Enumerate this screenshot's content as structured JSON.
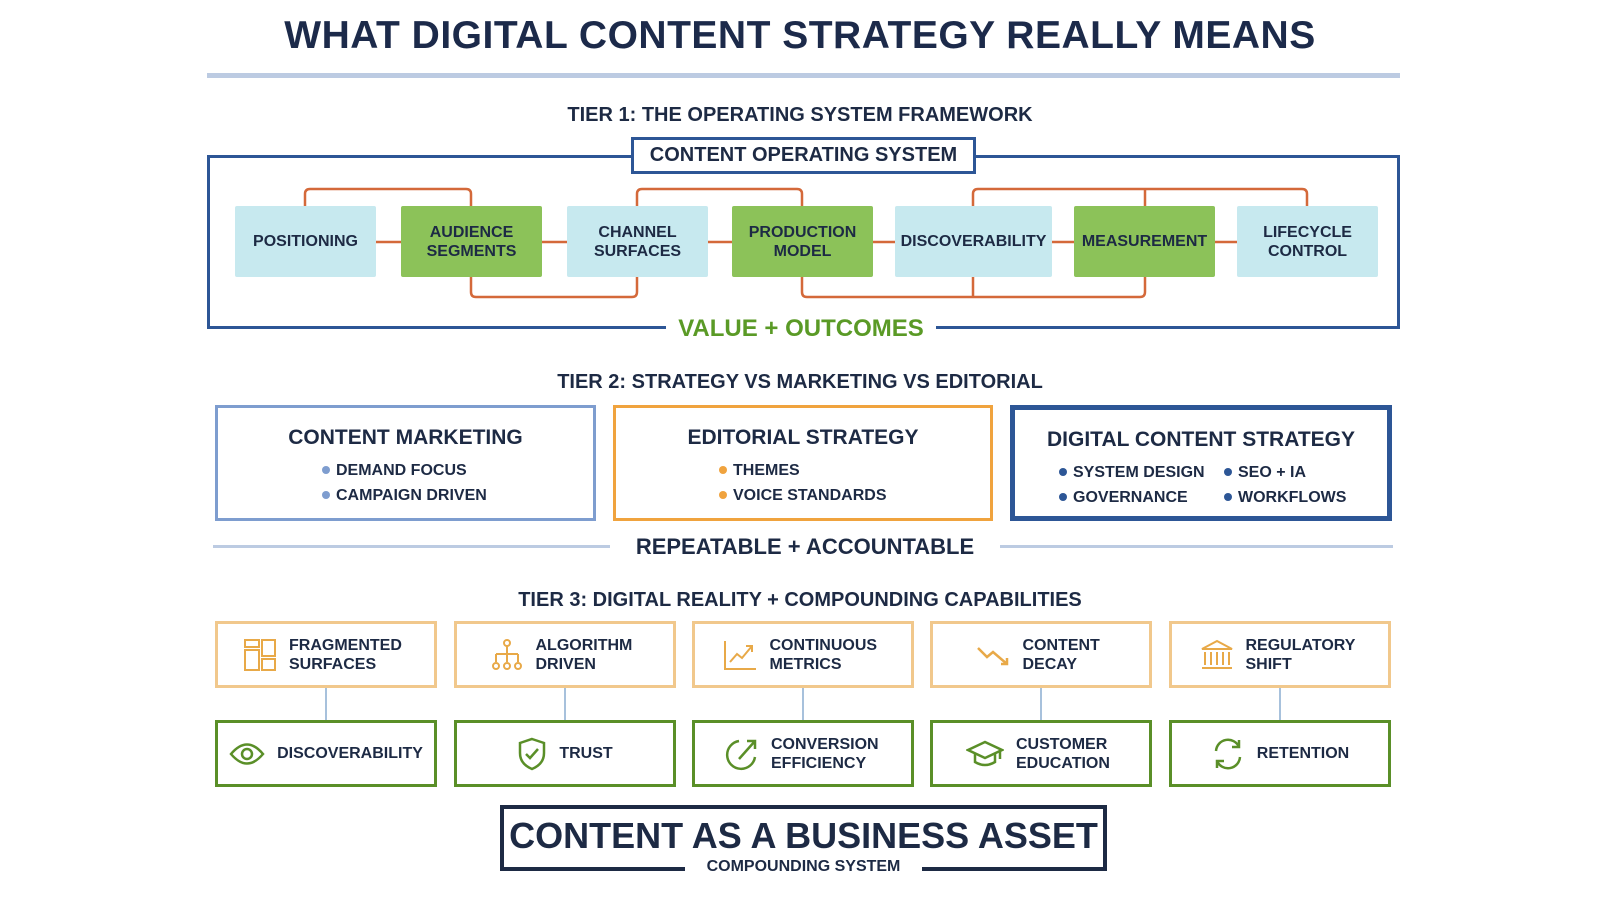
{
  "title": "WHAT DIGITAL CONTENT STRATEGY REALLY MEANS",
  "tier1": {
    "heading": "TIER 1: THE OPERATING SYSTEM FRAMEWORK",
    "label": "CONTENT OPERATING SYSTEM",
    "nodes": [
      "POSITIONING",
      "AUDIENCE SEGMENTS",
      "CHANNEL SURFACES",
      "PRODUCTION MODEL",
      "DISCOVERABILITY",
      "MEASUREMENT",
      "LIFECYCLE CONTROL"
    ],
    "footer": "VALUE + OUTCOMES"
  },
  "tier2": {
    "heading": "TIER 2: STRATEGY VS MARKETING VS EDITORIAL",
    "boxes": [
      {
        "title": "CONTENT MARKETING",
        "items": [
          "DEMAND FOCUS",
          "CAMPAIGN DRIVEN"
        ]
      },
      {
        "title": "EDITORIAL STRATEGY",
        "items": [
          "THEMES",
          "VOICE STANDARDS"
        ]
      },
      {
        "title": "DIGITAL CONTENT STRATEGY",
        "items": [
          "SYSTEM DESIGN",
          "SEO + IA",
          "GOVERNANCE",
          "WORKFLOWS"
        ]
      }
    ],
    "footer": "REPEATABLE + ACCOUNTABLE"
  },
  "tier3": {
    "heading": "TIER 3: DIGITAL REALITY + COMPOUNDING CAPABILITIES",
    "realities": [
      {
        "label": "FRAGMENTED SURFACES",
        "icon": "layout-grid-icon"
      },
      {
        "label": "ALGORITHM DRIVEN",
        "icon": "hierarchy-icon"
      },
      {
        "label": "CONTINUOUS METRICS",
        "icon": "trend-up-icon"
      },
      {
        "label": "CONTENT DECAY",
        "icon": "trend-down-icon"
      },
      {
        "label": "REGULATORY SHIFT",
        "icon": "bank-icon"
      }
    ],
    "capabilities": [
      {
        "label": "DISCOVERABILITY",
        "icon": "eye-icon"
      },
      {
        "label": "TRUST",
        "icon": "shield-check-icon"
      },
      {
        "label": "CONVERSION EFFICIENCY",
        "icon": "conversion-arrow-icon"
      },
      {
        "label": "CUSTOMER EDUCATION",
        "icon": "graduation-cap-icon"
      },
      {
        "label": "RETENTION",
        "icon": "refresh-icon"
      }
    ]
  },
  "bottom": {
    "title": "CONTENT AS A BUSINESS ASSET",
    "subtitle": "COMPOUNDING SYSTEM"
  },
  "colors": {
    "navy": "#1d2a44",
    "blue": "#2d5696",
    "orange": "#d4693a",
    "cyan": "#c7e9ef",
    "green": "#8cc259",
    "amber": "#f1c88c",
    "darkgreen": "#5a8f28"
  }
}
